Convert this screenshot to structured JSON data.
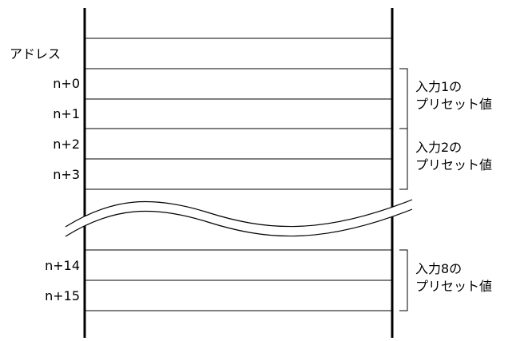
{
  "address_header": "アドレス",
  "rows": [
    {
      "address": "n+0"
    },
    {
      "address": "n+1"
    },
    {
      "address": "n+2"
    },
    {
      "address": "n+3"
    },
    {
      "address": "n+14"
    },
    {
      "address": "n+15"
    }
  ],
  "groups": [
    {
      "line1": "入力1の",
      "line2": "プリセット値"
    },
    {
      "line1": "入力2の",
      "line2": "プリセット値"
    },
    {
      "line1": "入力8の",
      "line2": "プリセット値"
    }
  ]
}
